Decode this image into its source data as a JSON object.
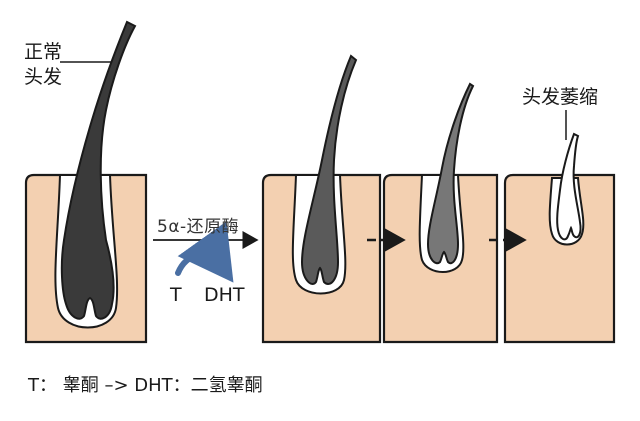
{
  "labels": {
    "normal_hair_line1": "正常",
    "normal_hair_line2": "头发",
    "miniaturized_hair": "头发萎缩",
    "enzyme": "5α-还原酶",
    "t": "T",
    "dht": "DHT"
  },
  "legend": {
    "part1": "T：  睾酮  –> DHT：",
    "part2": "二氢睾酮"
  },
  "colors": {
    "skin": "#f3d0b1",
    "outline": "#1a1a1a",
    "hair_normal": "#3a3a3a",
    "hair_thinning": "#5a5a5a",
    "hair_thin": "#777777",
    "hair_miniature": "#ffffff",
    "arrow_blue": "#4a6fa3"
  }
}
